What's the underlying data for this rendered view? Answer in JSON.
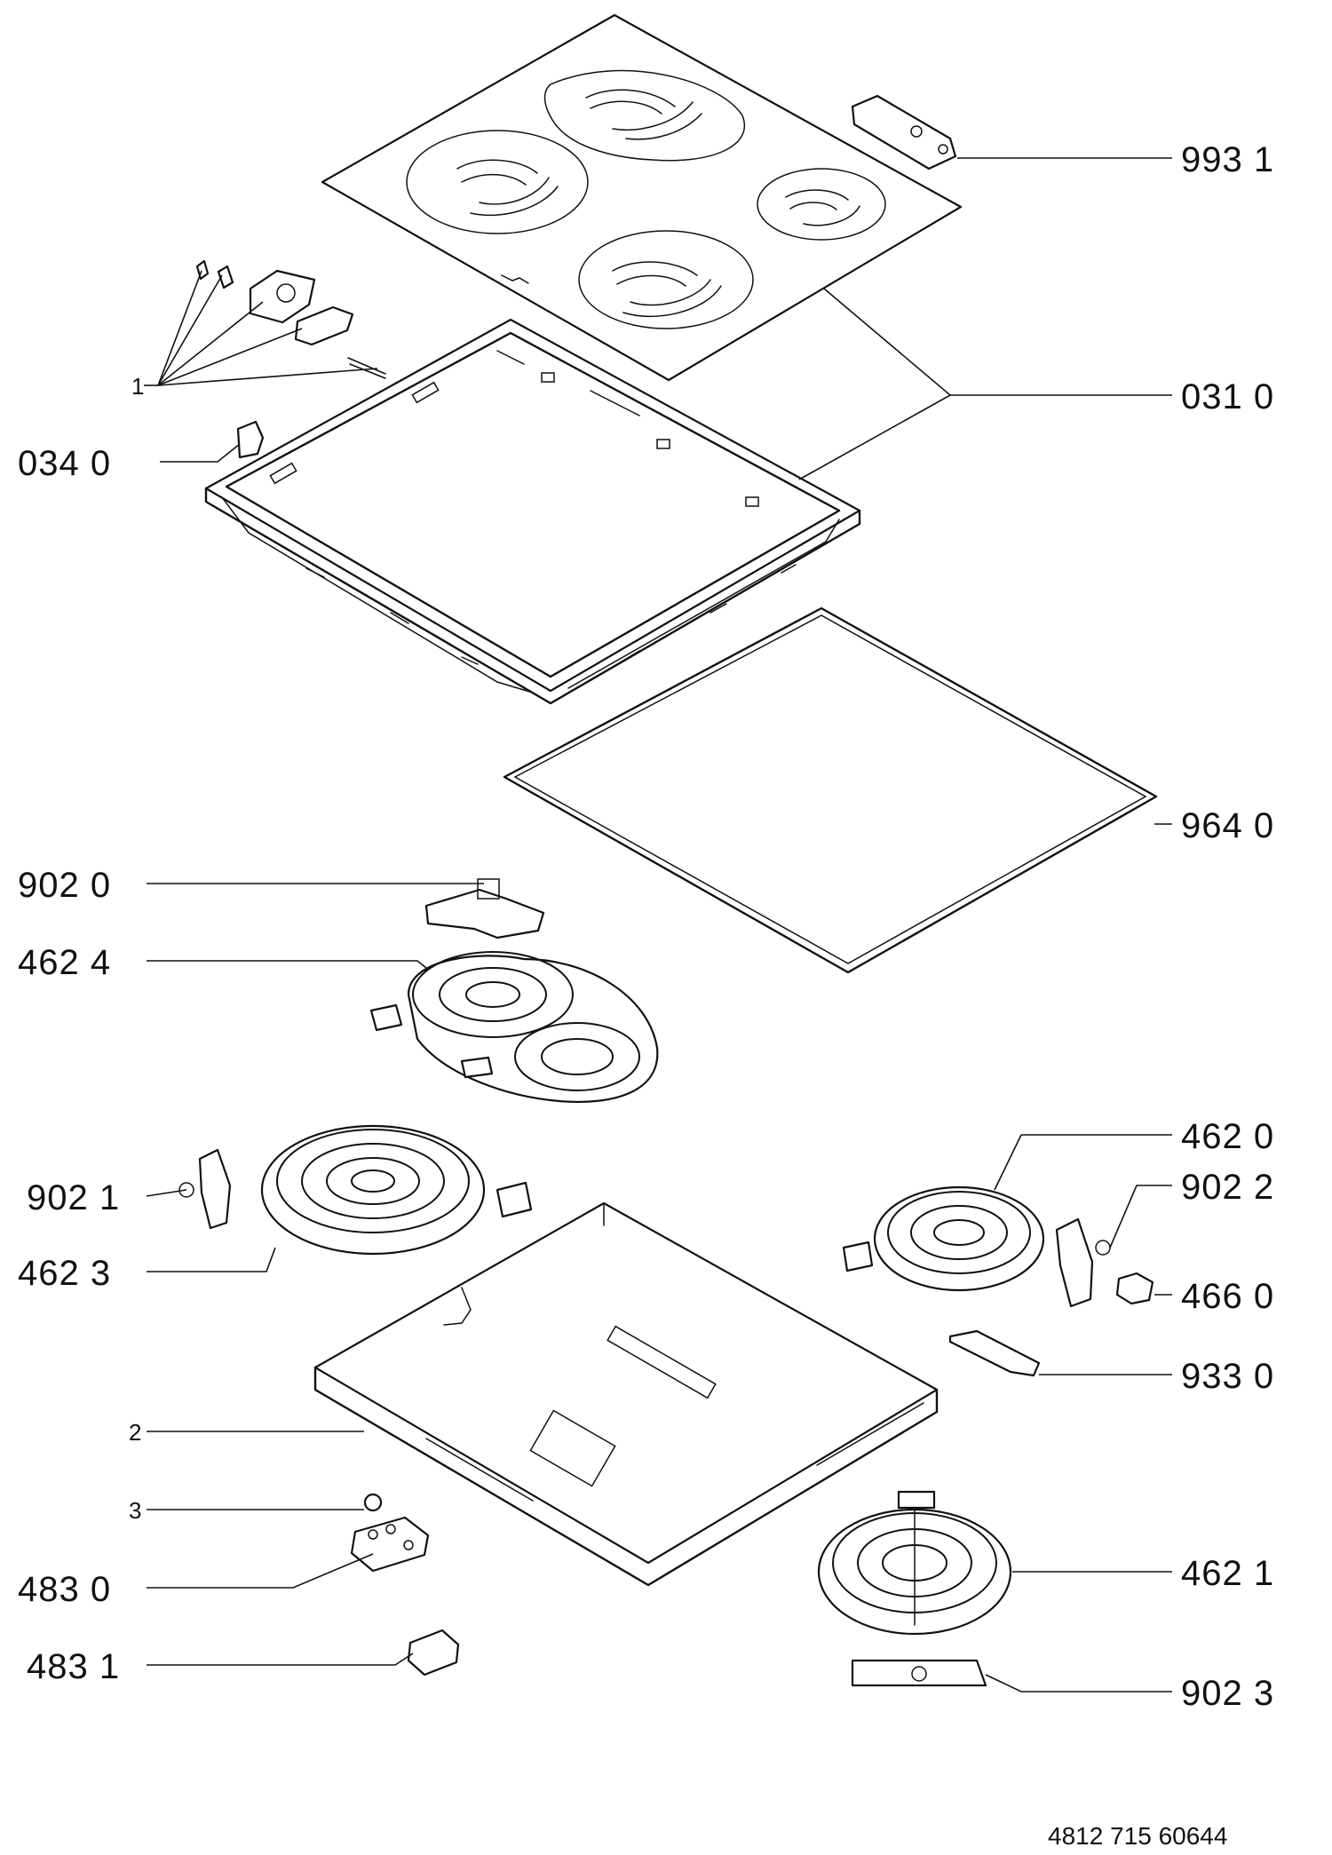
{
  "labels": {
    "l_993_1": "993 1",
    "l_031_0": "031 0",
    "l_034_0": "034 0",
    "l_1": "1",
    "l_964_0": "964 0",
    "l_902_0": "902 0",
    "l_462_4": "462 4",
    "l_462_0": "462 0",
    "l_902_1": "902 1",
    "l_902_2": "902 2",
    "l_462_3": "462 3",
    "l_466_0": "466 0",
    "l_933_0": "933 0",
    "l_2": "2",
    "l_3": "3",
    "l_483_0": "483 0",
    "l_462_1": "462 1",
    "l_483_1": "483 1",
    "l_902_3": "902 3"
  },
  "document_number": "4812 715 60644"
}
